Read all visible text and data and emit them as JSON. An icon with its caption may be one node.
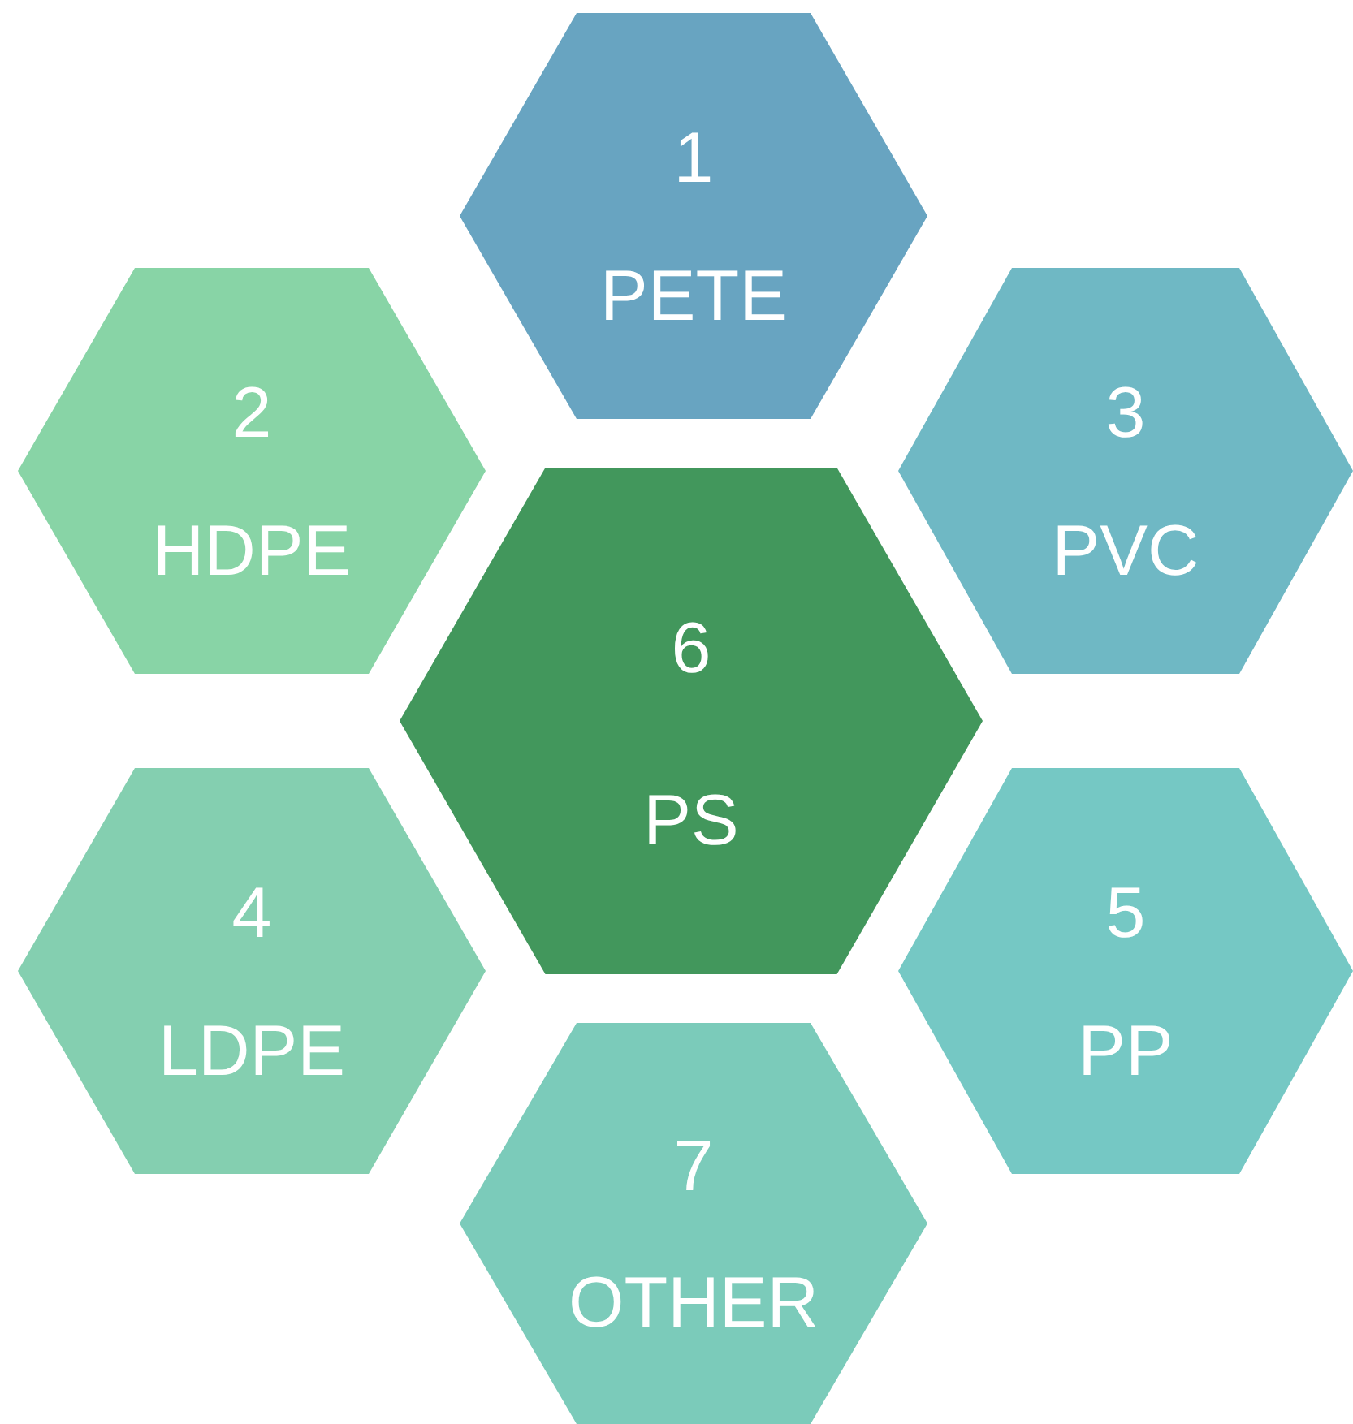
{
  "diagram": {
    "nodes": [
      {
        "text": [
          "1",
          "PETE"
        ]
      },
      {
        "text": [
          "2",
          "HDPE"
        ]
      },
      {
        "text": [
          "3",
          "PVC"
        ]
      },
      {
        "text": [
          "6",
          "PS"
        ]
      },
      {
        "text": [
          "4",
          "LDPE"
        ]
      },
      {
        "text": [
          "5",
          "PP"
        ]
      },
      {
        "text": [
          "7",
          "OTHER"
        ]
      }
    ]
  }
}
